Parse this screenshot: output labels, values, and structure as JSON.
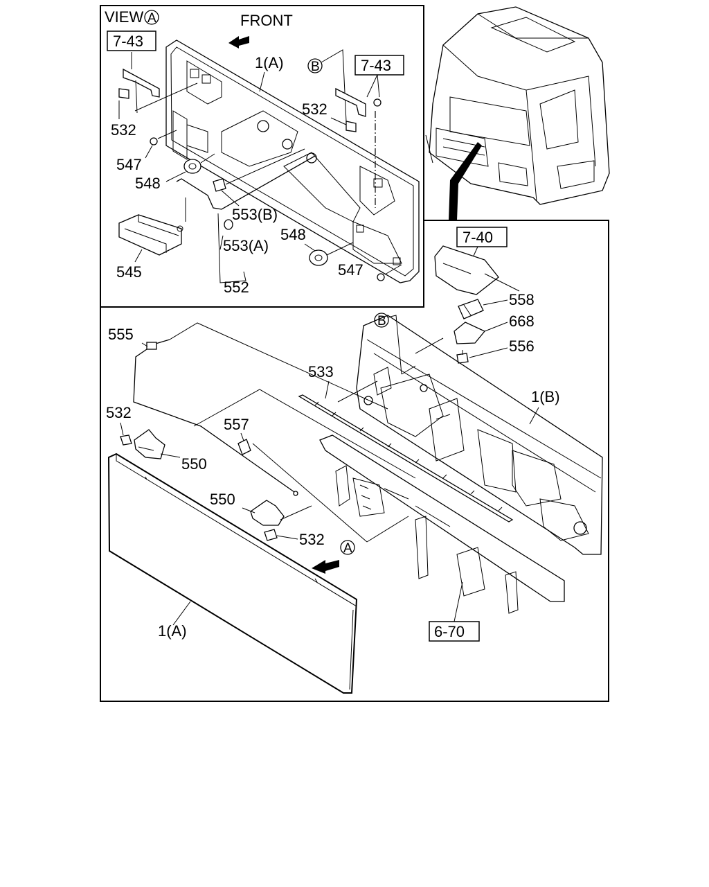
{
  "view_title": "VIEW",
  "view_marker": "A",
  "front_label": "FRONT",
  "circle_b": "B",
  "circle_a": "A",
  "ref_boxes": {
    "r1": "7-43",
    "r2": "7-43",
    "r3": "7-40",
    "r4": "6-70"
  },
  "parts": {
    "p1a_top": "1(A)",
    "p532_a": "532",
    "p532_b": "532",
    "p547_a": "547",
    "p548_a": "548",
    "p553b": "553(B)",
    "p553a": "553(A)",
    "p548_b": "548",
    "p547_b": "547",
    "p545": "545",
    "p552": "552",
    "p558": "558",
    "p668": "668",
    "p556": "556",
    "p555": "555",
    "p533": "533",
    "p1b": "1(B)",
    "p532_c": "532",
    "p557": "557",
    "p550_a": "550",
    "p550_b": "550",
    "p532_d": "532",
    "p1a_bottom": "1(A)"
  }
}
